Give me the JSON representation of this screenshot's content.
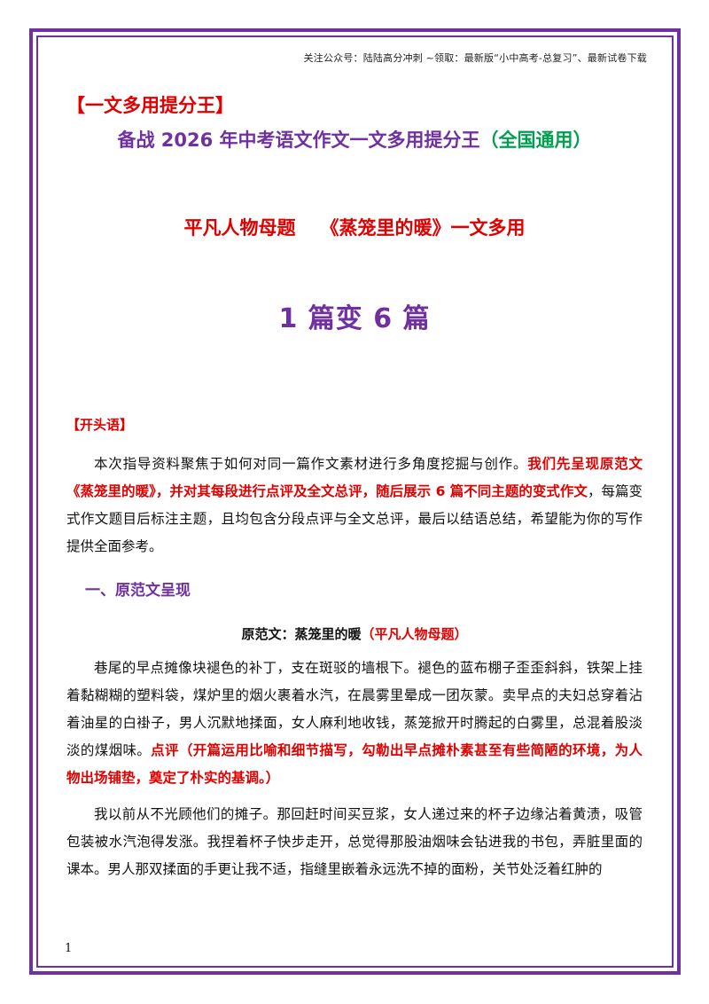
{
  "header_note": "关注公众号：陆陆高分冲刺  ~领取：最新版“小中高考-总复习”、最新试卷下载",
  "tag_title": "【一文多用提分王】",
  "main_title": {
    "part1": "备战 2026 年中考语文作文一文多用提分王",
    "part2": "（全国通用）"
  },
  "sub_title": {
    "left": "平凡人物母题",
    "right": "《蒸笼里的暖》一文多用"
  },
  "big_title": "1 篇变 6 篇",
  "opening_label": "【开头语】",
  "intro": {
    "text1": "本次指导资料聚焦于如何对同一篇作文素材进行多角度挖掘与创作。",
    "red": "我们先呈现原范文《蒸笼里的暖》，并对其每段进行点评及全文总评，随后展示 6 篇不同主题的变式作文",
    "text2": "，每篇变式作文题目后标注主题，且均包含分段点评与全文总评，最后以结语总结，希望能为你的写作提供全面参考。"
  },
  "section1_heading": "一、原范文呈现",
  "essay_title": {
    "main": "原范文：蒸笼里的暖",
    "tag": "（平凡人物母题）"
  },
  "essay_p1": {
    "text": "巷尾的早点摊像块褪色的补丁，支在斑驳的墙根下。褪色的蓝布棚子歪歪斜斜，铁架上挂着黏糊糊的塑料袋，煤炉里的烟火裹着水汽，在晨雾里晕成一团灰蒙。卖早点的夫妇总穿着沾着油星的白褂子，男人沉默地揉面，女人麻利地收钱，蒸笼掀开时腾起的白雾里，总混着股淡淡的煤烟味。",
    "comment": "点评（开篇运用比喻和细节描写，勾勒出早点摊朴素甚至有些简陋的环境，为人物出场铺垫，奠定了朴实的基调。）"
  },
  "essay_p2": {
    "text": "我以前从不光顾他们的摊子。那回赶时间买豆浆，女人递过来的杯子边缘沾着黄渍，吸管包装被水汽泡得发涨。我捏着杯子快步走开，总觉得那股油烟味会钻进我的书包，弄脏里面的课本。男人那双揉面的手更让我不适，指缝里嵌着永远洗不掉的面粉，关节处泛着红肿的"
  },
  "page_number": "1"
}
